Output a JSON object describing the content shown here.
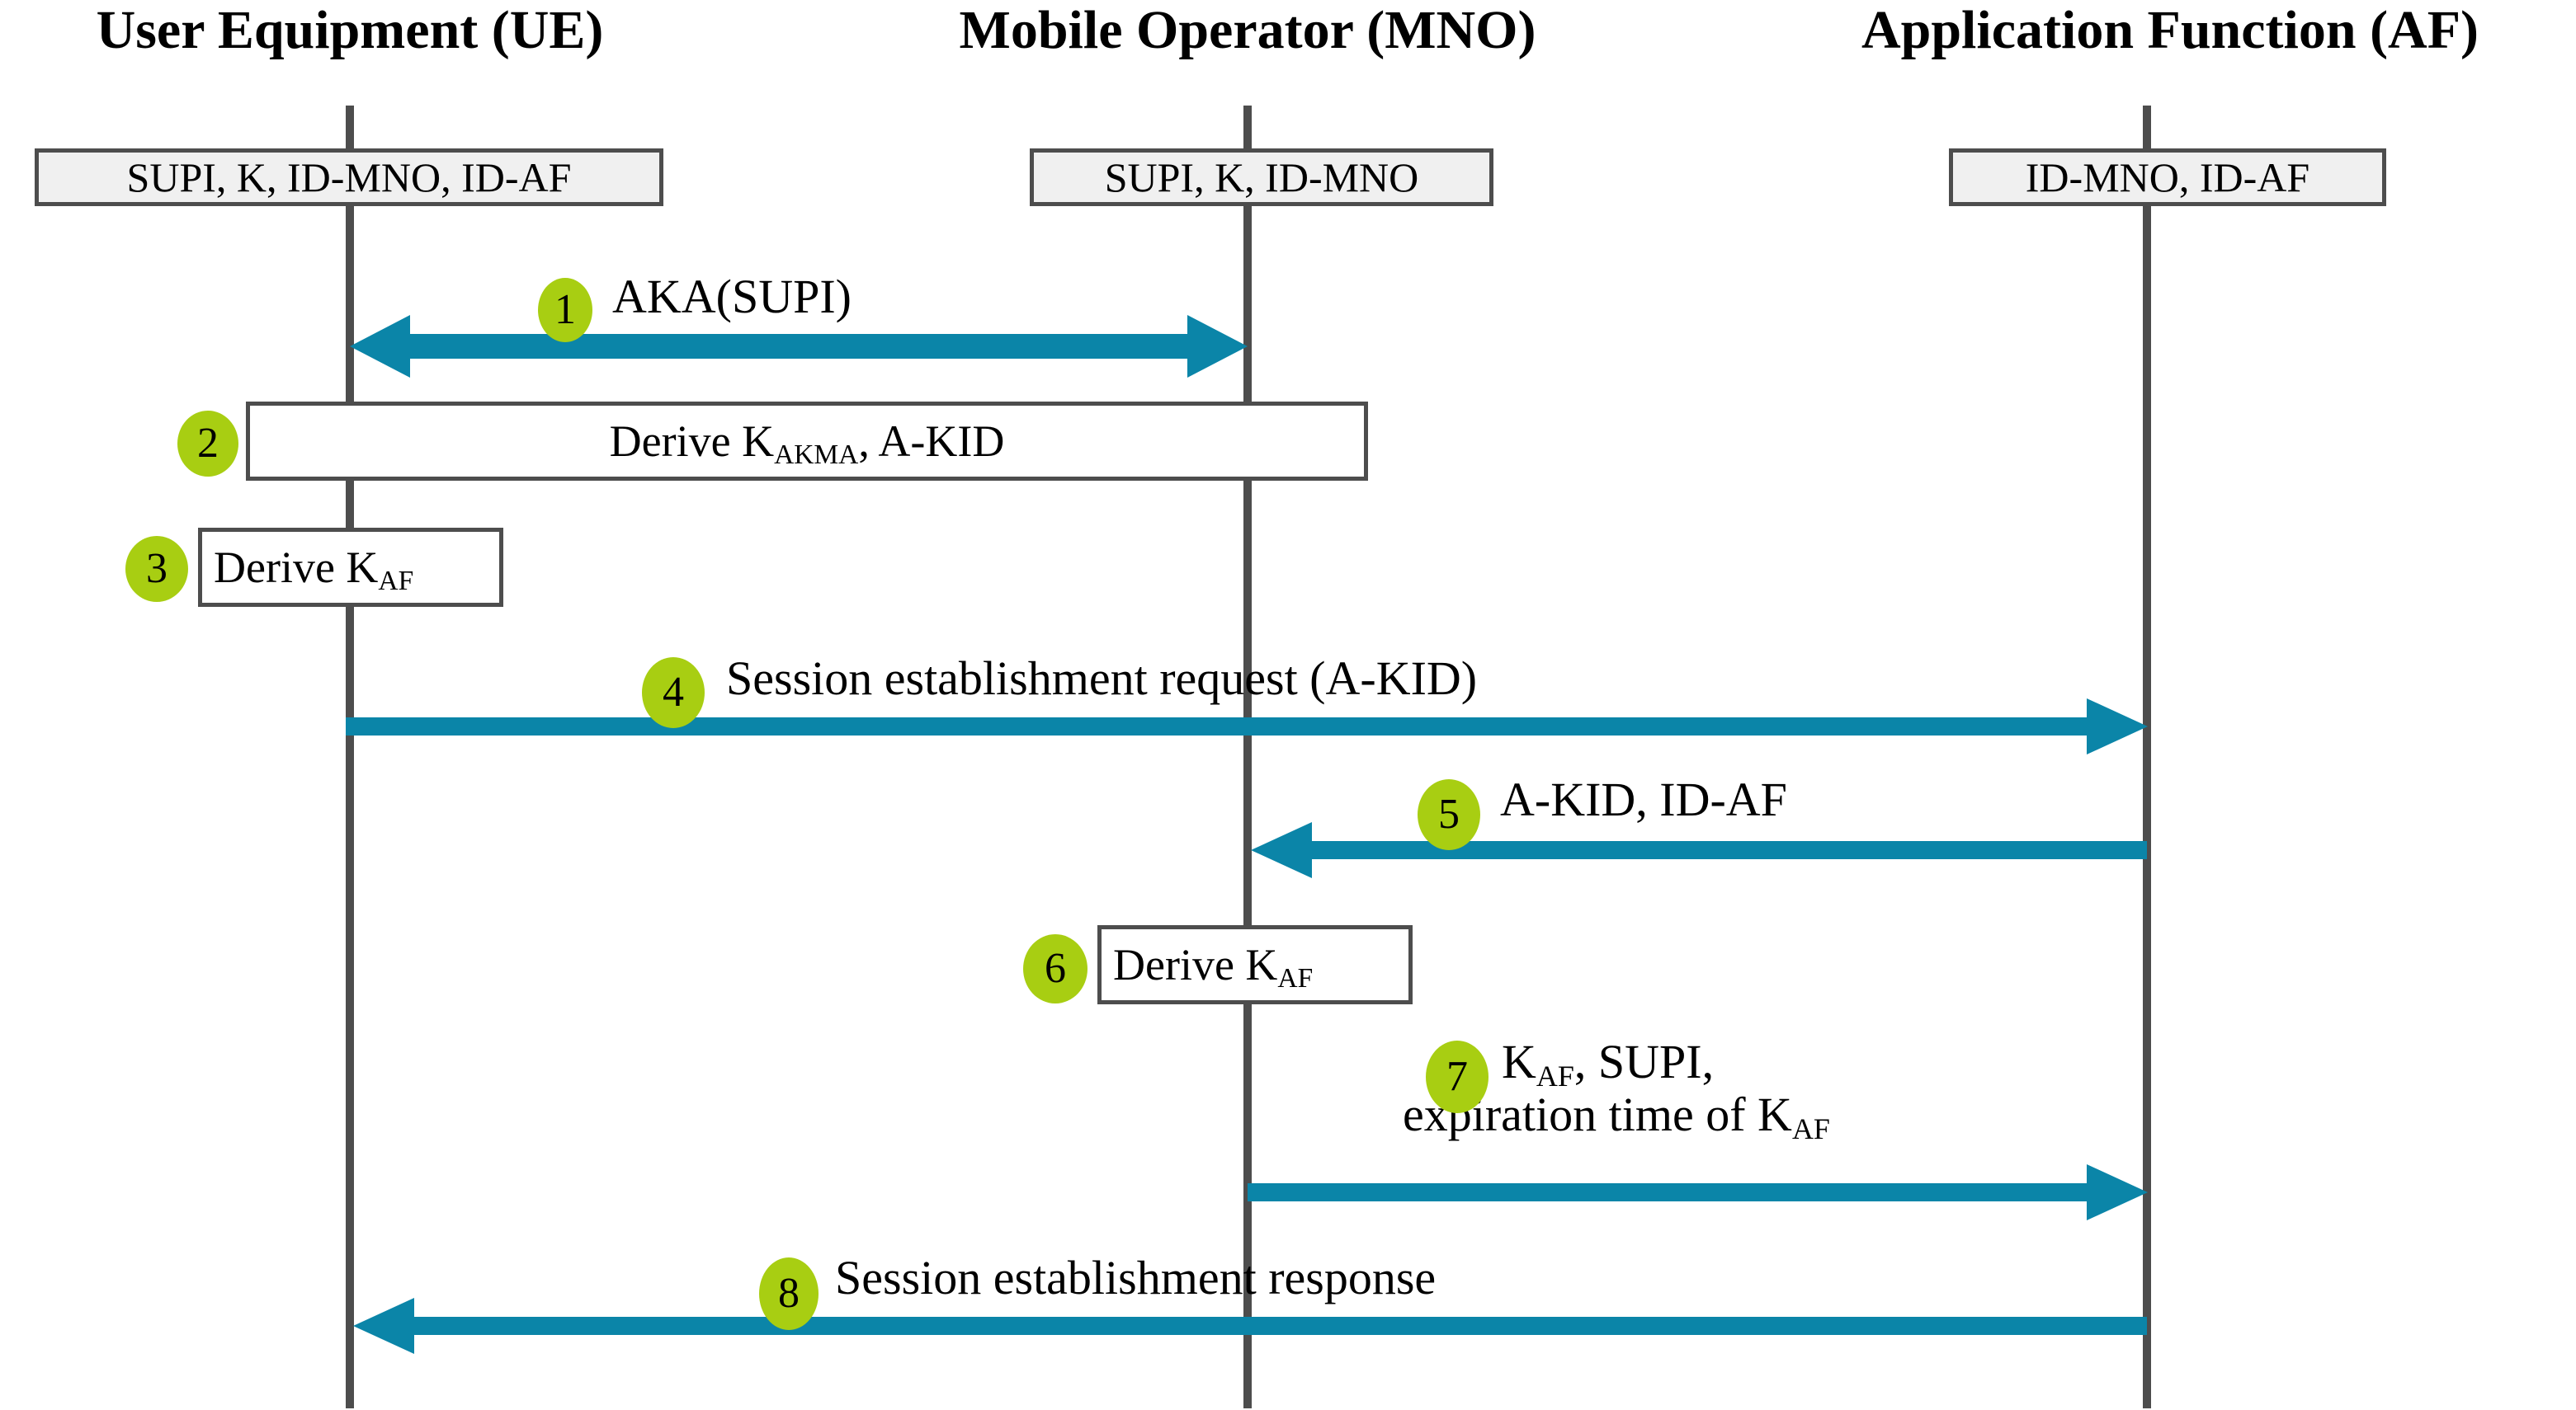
{
  "diagram": {
    "title": "AKMA session establishment sequence",
    "colors": {
      "arrow_teal": "#0b85a8",
      "badge_green": "#a8ce12",
      "lifeline_gray": "#4d4d4d",
      "info_box_fill": "#f0f0f0",
      "proc_box_fill": "#ffffff",
      "text": "#000000"
    }
  },
  "actors": [
    {
      "id": "ue",
      "title": "User Equipment (UE)",
      "knowledge": "SUPI, K, ID-MNO, ID-AF"
    },
    {
      "id": "mno",
      "title": "Mobile Operator (MNO)",
      "knowledge": "SUPI, K, ID-MNO"
    },
    {
      "id": "af",
      "title": "Application Function (AF)",
      "knowledge": "ID-MNO, ID-AF"
    }
  ],
  "steps": [
    {
      "number": "1",
      "kind": "message",
      "direction": "bidirectional",
      "from": "ue",
      "to": "mno",
      "label_plain": "AKA(SUPI)",
      "label_parts": [
        {
          "text": "AKA(SUPI)",
          "sub": ""
        }
      ]
    },
    {
      "number": "2",
      "kind": "process",
      "spans": [
        "ue",
        "mno"
      ],
      "label_plain": "Derive KAKMA, A-KID",
      "label_parts": [
        {
          "text": "Derive K",
          "sub": "AKMA"
        },
        {
          "text": ", A-KID",
          "sub": ""
        }
      ]
    },
    {
      "number": "3",
      "kind": "process",
      "spans": [
        "ue"
      ],
      "label_plain": "Derive KAF",
      "label_parts": [
        {
          "text": "Derive K",
          "sub": "AF"
        }
      ]
    },
    {
      "number": "4",
      "kind": "message",
      "direction": "right",
      "from": "ue",
      "to": "af",
      "label_plain": "Session establishment request (A-KID)",
      "label_parts": [
        {
          "text": "Session establishment request (A-KID)",
          "sub": ""
        }
      ]
    },
    {
      "number": "5",
      "kind": "message",
      "direction": "left",
      "from": "af",
      "to": "mno",
      "label_plain": "A-KID, ID-AF",
      "label_parts": [
        {
          "text": "A-KID, ID-AF",
          "sub": ""
        }
      ]
    },
    {
      "number": "6",
      "kind": "process",
      "spans": [
        "mno"
      ],
      "label_plain": "Derive KAF",
      "label_parts": [
        {
          "text": "Derive K",
          "sub": "AF"
        }
      ]
    },
    {
      "number": "7",
      "kind": "message",
      "direction": "right",
      "from": "mno",
      "to": "af",
      "label_plain": "KAF, SUPI, expiration time of KAF",
      "label_line1_parts": [
        {
          "text": "K",
          "sub": "AF"
        },
        {
          "text": ", SUPI,",
          "sub": ""
        }
      ],
      "label_line2_parts": [
        {
          "text": "expiration time of K",
          "sub": "AF"
        }
      ]
    },
    {
      "number": "8",
      "kind": "message",
      "direction": "left",
      "from": "af",
      "to": "ue",
      "label_plain": "Session establishment response",
      "label_parts": [
        {
          "text": "Session establishment response",
          "sub": ""
        }
      ]
    }
  ]
}
